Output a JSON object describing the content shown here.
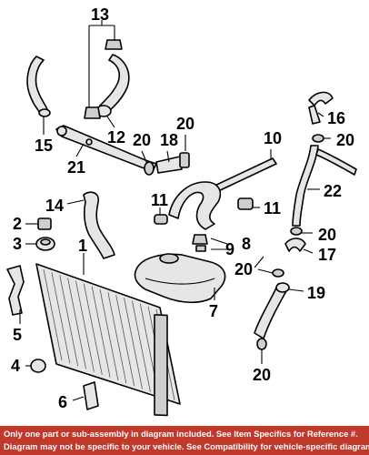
{
  "callouts": {
    "c1": "1",
    "c2": "2",
    "c3": "3",
    "c4": "4",
    "c5": "5",
    "c6": "6",
    "c7": "7",
    "c8": "8",
    "c9": "9",
    "c10": "10",
    "c11a": "11",
    "c11b": "11",
    "c12": "12",
    "c13": "13",
    "c14": "14",
    "c15": "15",
    "c16": "16",
    "c17": "17",
    "c18": "18",
    "c19": "19",
    "c20a": "20",
    "c20b": "20",
    "c20c": "20",
    "c20d": "20",
    "c20e": "20",
    "c20f": "20",
    "c21": "21",
    "c22": "22"
  },
  "footer": {
    "line1": "Only one part or sub-assembly in diagram included. See Item Specifics for Reference #.",
    "line2": "Diagram may not be specific to your vehicle. See Compatibility for vehicle-specific diagrams."
  },
  "colors": {
    "footer_bg": "#c0392b",
    "footer_text": "#ffffff",
    "line_art": "#000000"
  }
}
